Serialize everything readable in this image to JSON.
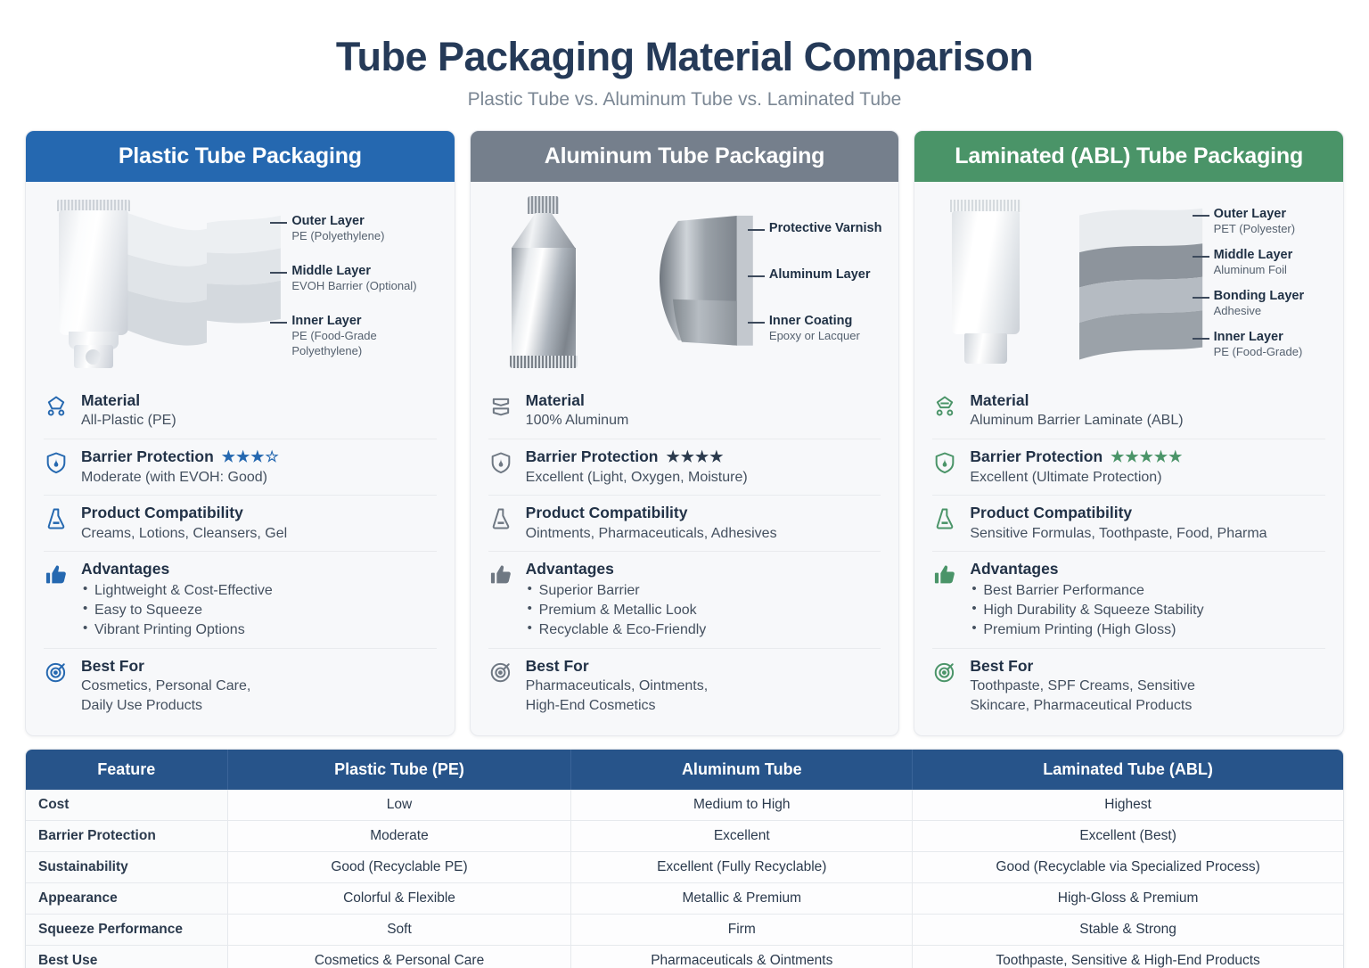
{
  "header": {
    "title": "Tube Packaging Material Comparison",
    "subtitle": "Plastic Tube vs. Aluminum Tube vs. Laminated Tube"
  },
  "colors": {
    "plastic_accent": "#2568b0",
    "aluminum_accent": "#757f8c",
    "laminated_accent": "#4a9468",
    "table_header": "#27548a",
    "title": "#253a58",
    "subtitle": "#7b8794"
  },
  "cards": [
    {
      "id": "plastic",
      "title": "Plastic Tube Packaging",
      "callouts": [
        {
          "title": "Outer Layer",
          "sub": "PE (Polyethylene)"
        },
        {
          "title": "Middle Layer",
          "sub": "EVOH Barrier (Optional)"
        },
        {
          "title": "Inner Layer",
          "sub": "PE (Food-Grade Polyethylene)"
        }
      ],
      "features": {
        "material": {
          "label": "Material",
          "value": "All-Plastic (PE)"
        },
        "barrier": {
          "label": "Barrier Protection",
          "value": "Moderate (with EVOH: Good)",
          "stars": "★★★☆",
          "stars_filled": 3,
          "stars_total": 4
        },
        "compatibility": {
          "label": "Product Compatibility",
          "value": "Creams, Lotions, Cleansers, Gel"
        },
        "advantages": {
          "label": "Advantages",
          "items": [
            "Lightweight & Cost-Effective",
            "Easy to Squeeze",
            "Vibrant Printing Options"
          ]
        },
        "bestfor": {
          "label": "Best For",
          "value": "Cosmetics, Personal Care, Daily Use Products"
        }
      }
    },
    {
      "id": "aluminum",
      "title": "Aluminum Tube Packaging",
      "callouts": [
        {
          "title": "Protective Varnish",
          "sub": ""
        },
        {
          "title": "Aluminum Layer",
          "sub": ""
        },
        {
          "title": "Inner Coating",
          "sub": "Epoxy or Lacquer"
        }
      ],
      "features": {
        "material": {
          "label": "Material",
          "value": "100% Aluminum"
        },
        "barrier": {
          "label": "Barrier Protection",
          "value": "Excellent (Light, Oxygen, Moisture)",
          "stars": "★★★★",
          "stars_filled": 4,
          "stars_total": 4
        },
        "compatibility": {
          "label": "Product Compatibility",
          "value": "Ointments, Pharmaceuticals, Adhesives"
        },
        "advantages": {
          "label": "Advantages",
          "items": [
            "Superior Barrier",
            "Premium & Metallic Look",
            "Recyclable & Eco-Friendly"
          ]
        },
        "bestfor": {
          "label": "Best For",
          "value": "Pharmaceuticals, Ointments, High-End Cosmetics"
        }
      }
    },
    {
      "id": "laminated",
      "title": "Laminated (ABL) Tube Packaging",
      "callouts": [
        {
          "title": "Outer Layer",
          "sub": "PET (Polyester)"
        },
        {
          "title": "Middle Layer",
          "sub": "Aluminum Foil"
        },
        {
          "title": "Bonding Layer",
          "sub": "Adhesive"
        },
        {
          "title": "Inner Layer",
          "sub": "PE (Food-Grade)"
        }
      ],
      "features": {
        "material": {
          "label": "Material",
          "value": "Aluminum Barrier Laminate (ABL)"
        },
        "barrier": {
          "label": "Barrier Protection",
          "value": "Excellent (Ultimate Protection)",
          "stars": "★★★★★",
          "stars_filled": 5,
          "stars_total": 5
        },
        "compatibility": {
          "label": "Product Compatibility",
          "value": "Sensitive Formulas, Toothpaste, Food, Pharma"
        },
        "advantages": {
          "label": "Advantages",
          "items": [
            "Best Barrier Performance",
            "High Durability & Squeeze Stability",
            "Premium Printing (High Gloss)"
          ]
        },
        "bestfor": {
          "label": "Best For",
          "value": "Toothpaste, SPF Creams, Sensitive Skincare, Pharmaceutical Products"
        }
      }
    }
  ],
  "comparison_table": {
    "columns": [
      "Feature",
      "Plastic Tube (PE)",
      "Aluminum Tube",
      "Laminated Tube (ABL)"
    ],
    "rows": [
      [
        "Cost",
        "Low",
        "Medium to High",
        "Highest"
      ],
      [
        "Barrier Protection",
        "Moderate",
        "Excellent",
        "Excellent (Best)"
      ],
      [
        "Sustainability",
        "Good (Recyclable PE)",
        "Excellent (Fully Recyclable)",
        "Good (Recyclable via Specialized Process)"
      ],
      [
        "Appearance",
        "Colorful & Flexible",
        "Metallic & Premium",
        "High-Gloss & Premium"
      ],
      [
        "Squeeze Performance",
        "Soft",
        "Firm",
        "Stable & Strong"
      ],
      [
        "Best Use",
        "Cosmetics & Personal Care",
        "Pharmaceuticals & Ointments",
        "Toothpaste, Sensitive & High-End Products"
      ]
    ]
  },
  "icons": {
    "material": "layers-icon",
    "barrier": "shield-check-icon",
    "compatibility": "flask-icon",
    "advantages": "thumbs-up-icon",
    "bestfor": "target-icon"
  }
}
